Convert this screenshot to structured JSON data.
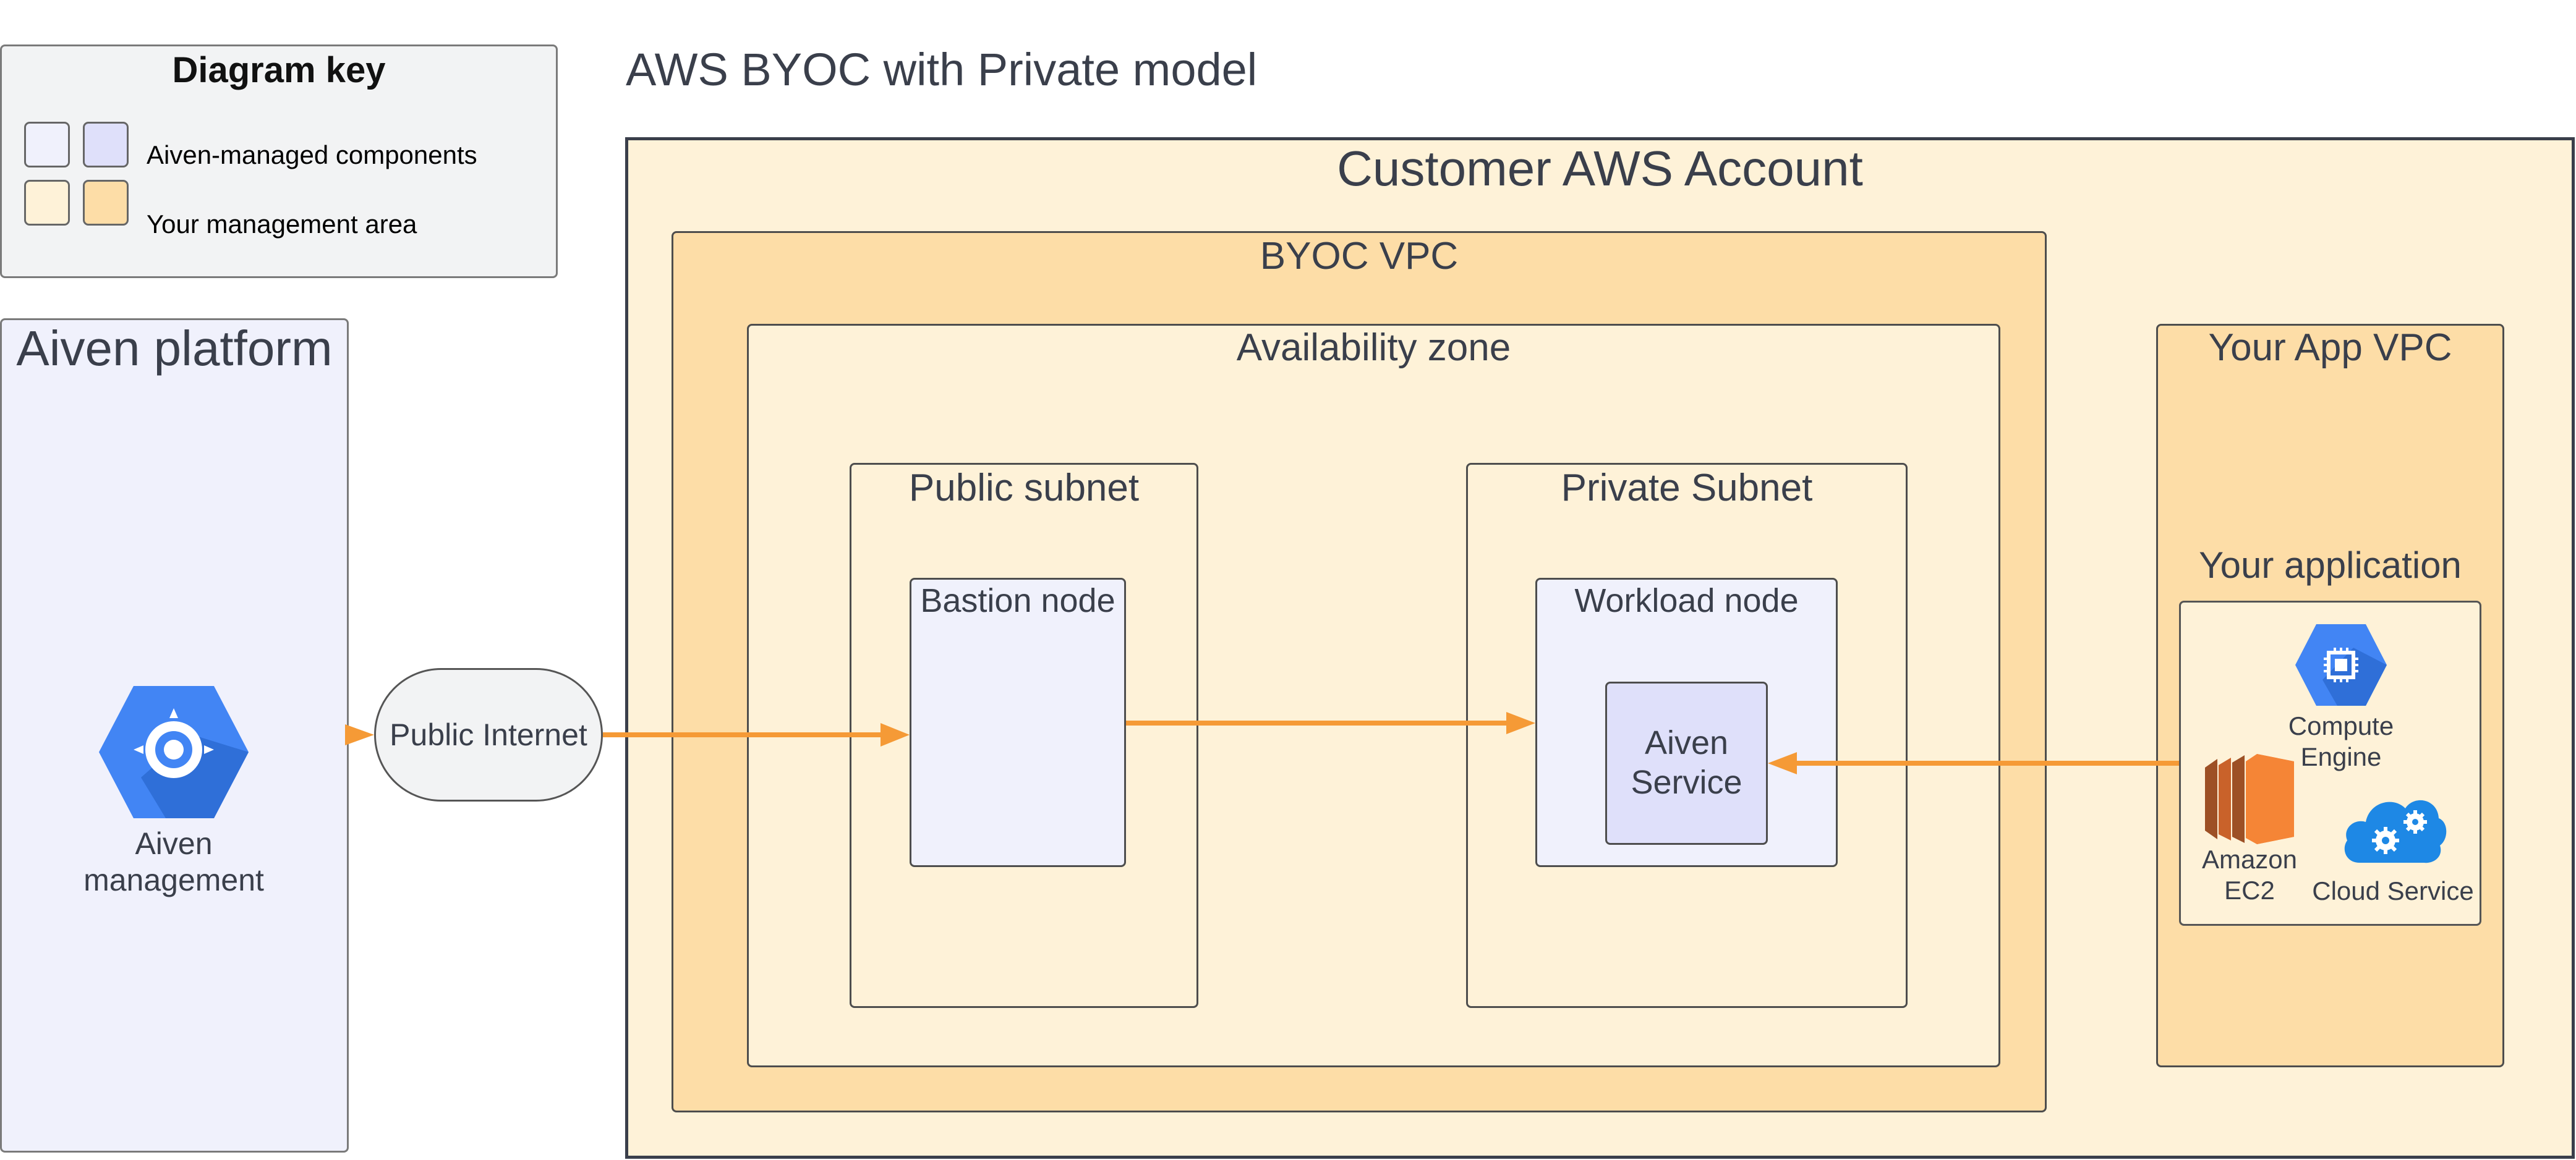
{
  "diagram_title": "AWS BYOC with Private model",
  "key": {
    "title": "Diagram key",
    "items": [
      {
        "label": "Aiven-managed components",
        "colors": [
          "#f0f1fc",
          "#dfe0fa"
        ]
      },
      {
        "label": "Your management area",
        "colors": [
          "#fef2d8",
          "#fddda7"
        ]
      }
    ]
  },
  "aiven_platform": {
    "title": "Aiven platform",
    "management": {
      "line1": "Aiven",
      "line2": "management",
      "icon": "aiven-management-icon"
    }
  },
  "public_internet": {
    "label": "Public Internet"
  },
  "account": {
    "title": "Customer AWS Account",
    "byoc_vpc": {
      "title": "BYOC VPC",
      "availability_zone": {
        "title": "Availability zone",
        "public_subnet": {
          "title": "Public subnet",
          "bastion": {
            "title": "Bastion node"
          }
        },
        "private_subnet": {
          "title": "Private Subnet",
          "workload": {
            "title": "Workload node",
            "service": {
              "line1": "Aiven",
              "line2": "Service"
            }
          }
        }
      }
    },
    "app_vpc": {
      "title": "Your App VPC",
      "application": {
        "title": "Your application",
        "compute_engine": {
          "line1": "Compute",
          "line2": "Engine",
          "icon": "compute-engine-icon"
        },
        "ec2": {
          "line1": "Amazon",
          "line2": "EC2",
          "icon": "amazon-ec2-icon"
        },
        "cloud_service": {
          "label": "Cloud Service",
          "icon": "cloud-service-icon"
        }
      }
    }
  },
  "colors": {
    "arrow": "#f59a36",
    "aiven_light": "#f0f1fc",
    "aiven_dark": "#dfe0fa",
    "customer_light": "#fef2d8",
    "customer_dark": "#fddda7",
    "gcp_blue": "#4285f4",
    "ec2_orange": "#f58536",
    "cloud_blue": "#1e88e5"
  }
}
